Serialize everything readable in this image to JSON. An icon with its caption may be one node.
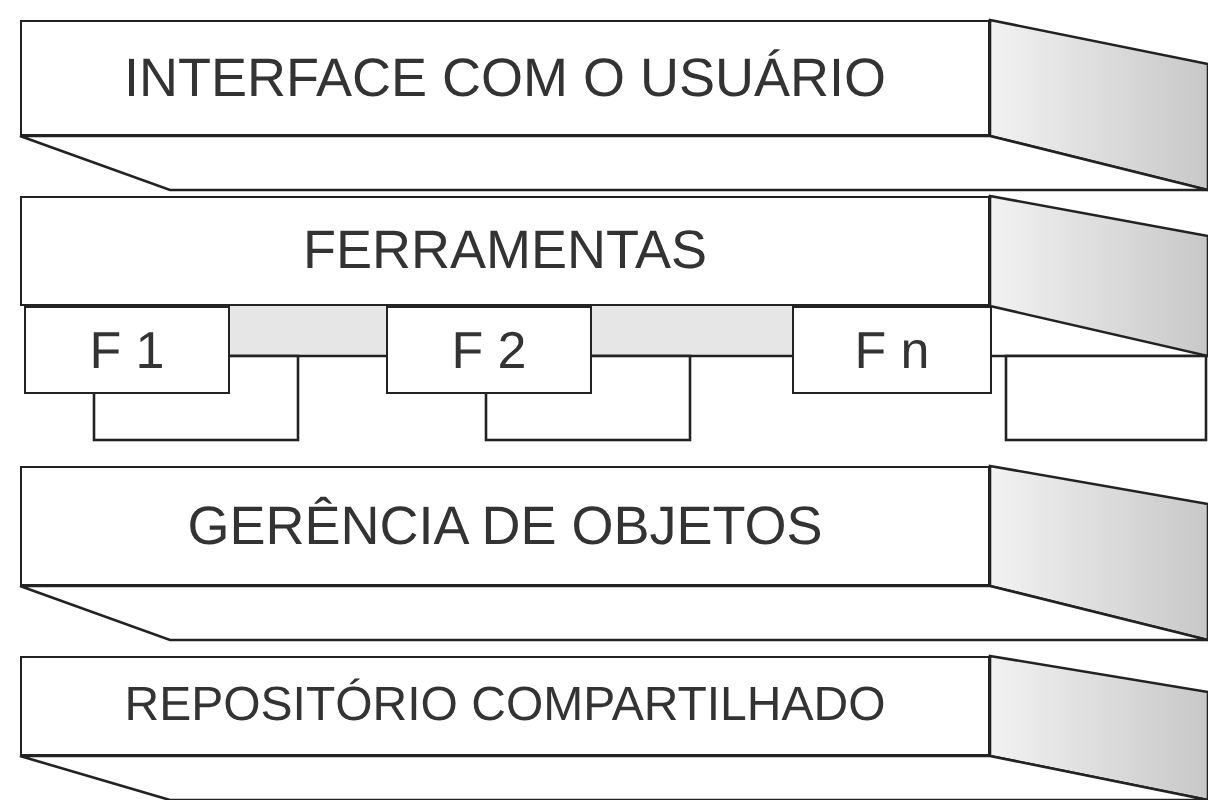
{
  "diagram": {
    "nodes": [
      {
        "text": [
          "INTERFACE COM O USUÁRIO"
        ]
      },
      {
        "text": [
          "FERRAMENTAS"
        ]
      },
      {
        "text": [
          "F 1"
        ]
      },
      {
        "text": [
          "F 2"
        ]
      },
      {
        "text": [
          "F n"
        ]
      },
      {
        "text": [
          "GERÊNCIA DE OBJETOS"
        ]
      },
      {
        "text": [
          "REPOSITÓRIO COMPARTILHADO"
        ]
      }
    ]
  }
}
